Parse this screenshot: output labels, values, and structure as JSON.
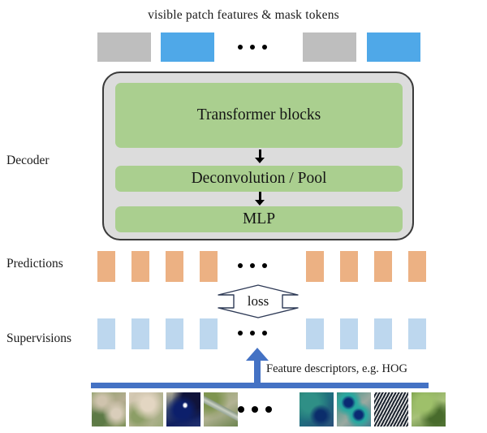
{
  "title": "visible patch features & mask tokens",
  "labels": {
    "decoder": "Decoder",
    "predictions": "Predictions",
    "supervisions": "Supervisions"
  },
  "decoder": {
    "blocks": [
      {
        "label": "Transformer blocks"
      },
      {
        "label": "Deconvolution / Pool"
      },
      {
        "label": "MLP"
      }
    ],
    "container_fill": "#dcdcdc",
    "container_border": "#3a3a3a",
    "block_fill": "#aacf8f"
  },
  "token_row": {
    "colors": {
      "gray": "#bebebe",
      "blue": "#4fa8e8"
    },
    "tokens": [
      {
        "type": "gray"
      },
      {
        "type": "blue"
      },
      {
        "type": "ellipsis"
      },
      {
        "type": "gray"
      },
      {
        "type": "blue"
      }
    ]
  },
  "predictions_row": {
    "color": "#ecb183",
    "count_left": 4,
    "count_right": 4,
    "ellipsis": "•••"
  },
  "supervisions_row": {
    "color": "#bdd7ee",
    "count_left": 4,
    "count_right": 4,
    "ellipsis": "•••"
  },
  "loss": {
    "label": "loss",
    "stroke": "#2f3b57"
  },
  "feature_arrow": {
    "label": "Feature descriptors, e.g. HOG",
    "color": "#4472c4"
  },
  "patch_row": {
    "ellipsis": "•••",
    "left_patches": [
      {
        "alt": "blurred-green-foliage-patch"
      },
      {
        "alt": "blurred-brown-ground-patch"
      },
      {
        "alt": "peacock-head-patch"
      },
      {
        "alt": "branch-and-leaves-patch"
      }
    ],
    "right_patches": [
      {
        "alt": "teal-feather-patch"
      },
      {
        "alt": "peacock-eye-feather-patch"
      },
      {
        "alt": "feather-texture-patch"
      },
      {
        "alt": "green-blur-patch"
      }
    ]
  }
}
